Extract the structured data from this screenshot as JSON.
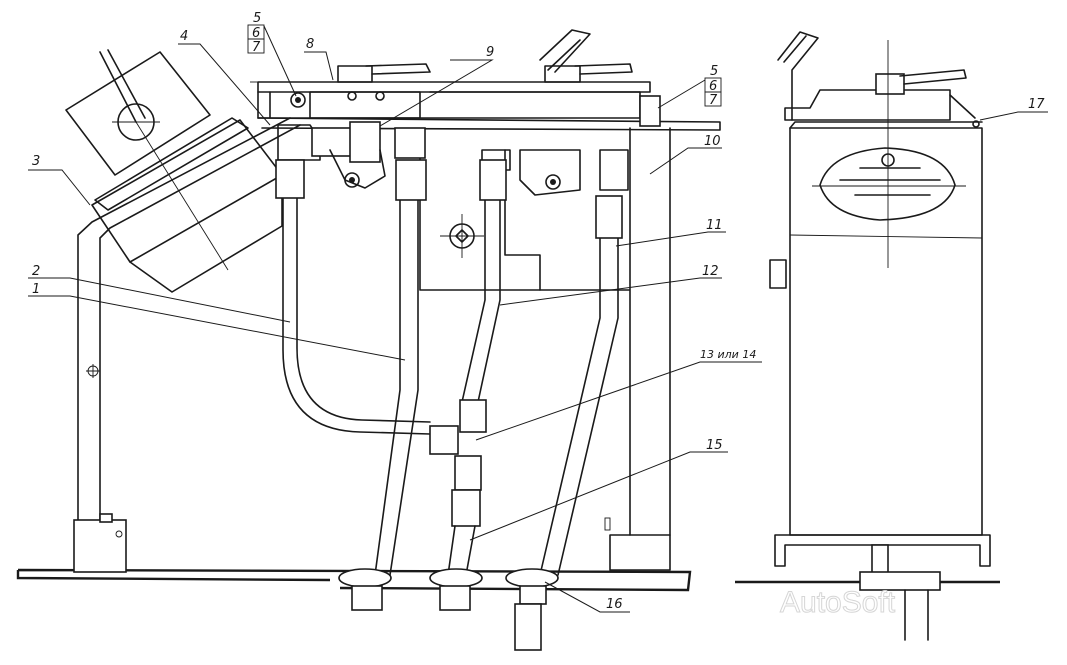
{
  "callouts": [
    {
      "id": "c1",
      "text": "1"
    },
    {
      "id": "c2",
      "text": "2"
    },
    {
      "id": "c3",
      "text": "3"
    },
    {
      "id": "c4",
      "text": "4"
    },
    {
      "id": "c5a",
      "text": "5"
    },
    {
      "id": "c6a",
      "text": "6"
    },
    {
      "id": "c7a",
      "text": "7"
    },
    {
      "id": "c8",
      "text": "8"
    },
    {
      "id": "c9",
      "text": "9"
    },
    {
      "id": "c5b",
      "text": "5"
    },
    {
      "id": "c6b",
      "text": "6"
    },
    {
      "id": "c7b",
      "text": "7"
    },
    {
      "id": "c10",
      "text": "10"
    },
    {
      "id": "c11",
      "text": "11"
    },
    {
      "id": "c12",
      "text": "12"
    },
    {
      "id": "c13",
      "text": "13 или 14"
    },
    {
      "id": "c15",
      "text": "15"
    },
    {
      "id": "c16",
      "text": "16"
    },
    {
      "id": "c17",
      "text": "17"
    }
  ],
  "watermark": "AutoSoft"
}
